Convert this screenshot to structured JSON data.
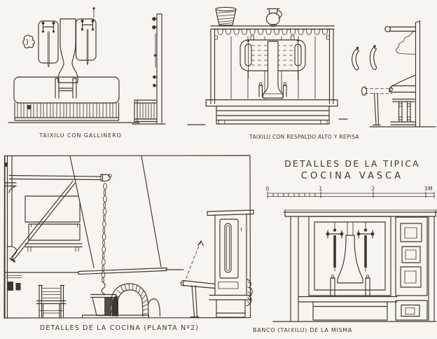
{
  "sheet": {
    "description": "Hand-drawn plate of traditional Basque kitchen furniture details",
    "paper_color": "#f7f5ef",
    "ink_color": "#3b372f"
  },
  "title": {
    "line1": "DETALLES DE LA TIPICA",
    "line2": "COCINA VASCA"
  },
  "captions": {
    "gallinero": "TAIXILU CON GALLINERO",
    "respaldo": "TAIXILU CON RESPALDO ALTO Y REPISA",
    "cocina": "DETALLES DE LA COCINA (PLANTA Nº2)",
    "banco": "BANCO (TAIXILU) DE LA MISMA"
  },
  "scale_bar": {
    "ticks": [
      "0",
      "1",
      "2",
      "3M"
    ]
  }
}
